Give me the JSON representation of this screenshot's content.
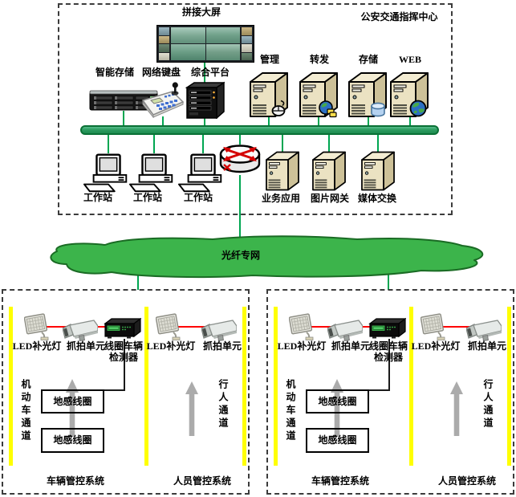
{
  "colors": {
    "green_line": "#00A651",
    "bus_border": "#0A7035",
    "cloud_fill": "#3CB44B",
    "cloud_stroke": "#1A6B24",
    "lane_marker_yellow": "#FFFF00",
    "device_link_red": "#FF0000",
    "arrow_gray": "#ABABAB",
    "server_body": "#EBE2C2"
  },
  "command_center": {
    "title": "公安交通指挥中心",
    "video_wall_label": "拼接大屏",
    "devices": [
      {
        "label": "智能存储",
        "icon": "storage-rack-icon"
      },
      {
        "label": "网络键盘",
        "icon": "network-keyboard-icon"
      },
      {
        "label": "综合平台",
        "icon": "platform-chassis-icon"
      }
    ],
    "servers_top": [
      {
        "label": "管理",
        "badge": "mouse-icon"
      },
      {
        "label": "转发",
        "badge": "globe-cards-icon"
      },
      {
        "label": "存储",
        "badge": "database-icon"
      },
      {
        "label": "WEB",
        "badge": "globe-icon"
      }
    ],
    "workstations": [
      {
        "label": "工作站"
      },
      {
        "label": "工作站"
      },
      {
        "label": "工作站"
      }
    ],
    "router": {
      "icon": "router-icon"
    },
    "servers_bottom": [
      {
        "label": "业务应用"
      },
      {
        "label": "图片网关"
      },
      {
        "label": "媒体交换"
      }
    ]
  },
  "cloud": {
    "label": "光纤专网"
  },
  "sites": [
    {
      "vehicle": {
        "led_label": "LED补光灯",
        "camera_label": "抓拍单元",
        "detector_label_line1": "线圈车辆",
        "detector_label_line2": "检测器",
        "lane_label": "机动车通道",
        "loop1_label": "地感线圈",
        "loop2_label": "地感线圈",
        "system_label": "车辆管控系统"
      },
      "pedestrian": {
        "led_label": "LED补光灯",
        "camera_label": "抓拍单元",
        "lane_label": "行人通道",
        "system_label": "人员管控系统"
      }
    },
    {
      "vehicle": {
        "led_label": "LED补光灯",
        "camera_label": "抓拍单元",
        "detector_label_line1": "线圈车辆",
        "detector_label_line2": "检测器",
        "lane_label": "机动车通道",
        "loop1_label": "地感线圈",
        "loop2_label": "地感线圈",
        "system_label": "车辆管控系统"
      },
      "pedestrian": {
        "led_label": "LED补光灯",
        "camera_label": "抓拍单元",
        "lane_label": "行人通道",
        "system_label": "人员管控系统"
      }
    }
  ]
}
